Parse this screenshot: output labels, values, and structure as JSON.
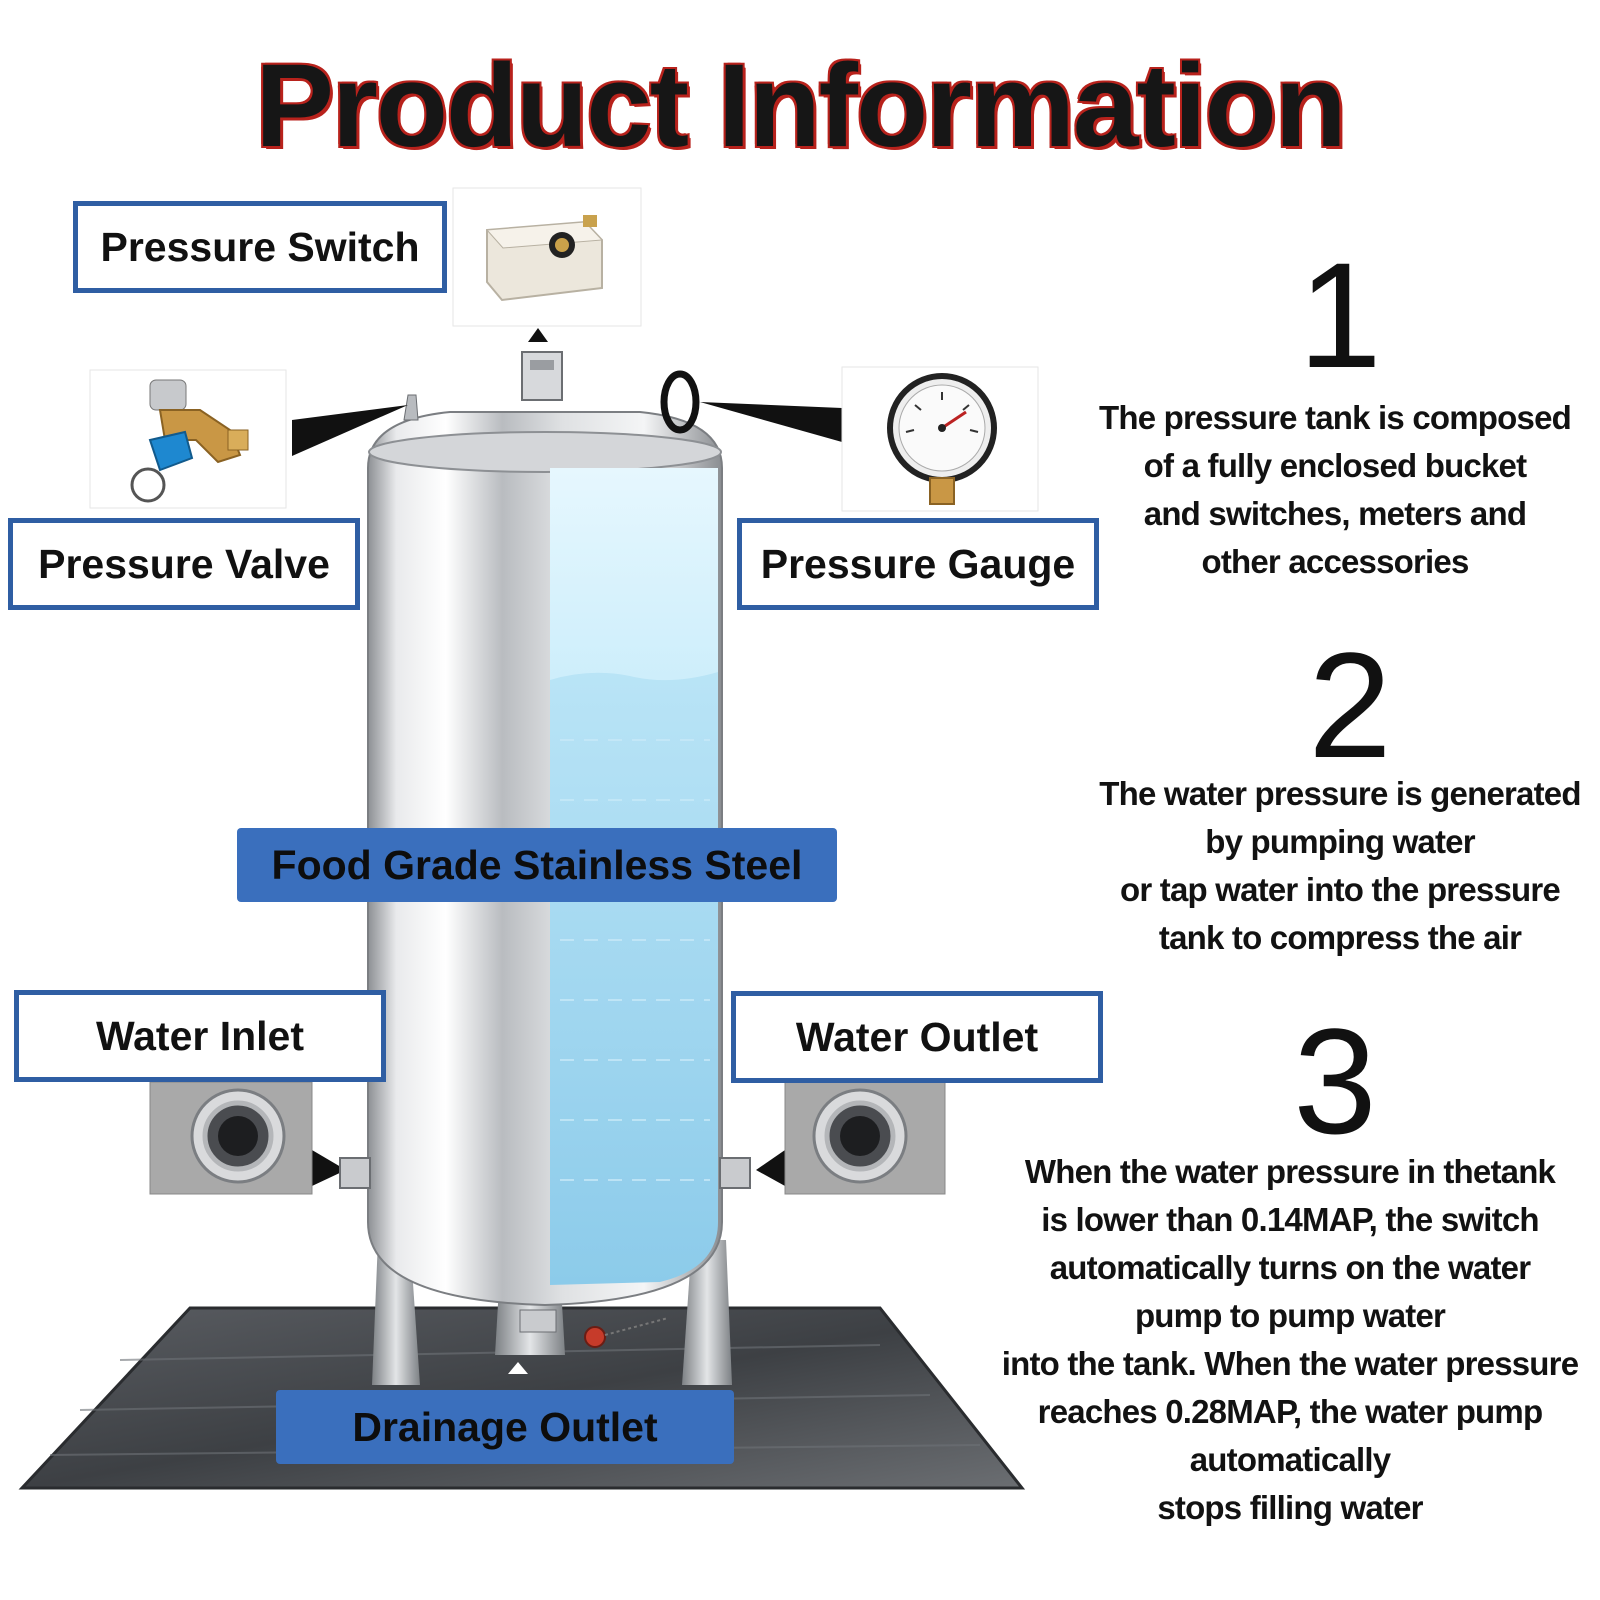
{
  "title": "Product Information",
  "labels": {
    "pressure_switch": "Pressure Switch",
    "pressure_valve": "Pressure Valve",
    "pressure_gauge": "Pressure Gauge",
    "food_grade": "Food Grade Stainless Steel",
    "water_inlet": "Water Inlet",
    "water_outlet": "Water Outlet",
    "drainage_outlet": "Drainage Outlet"
  },
  "steps": [
    {
      "number": "1",
      "lines": [
        "The pressure tank is composed",
        "of a fully enclosed bucket",
        "and switches, meters and",
        "other accessories"
      ]
    },
    {
      "number": "2",
      "lines": [
        "The water pressure is generated",
        "by pumping water",
        "or tap water into the pressure",
        "tank to compress the air"
      ]
    },
    {
      "number": "3",
      "lines": [
        "When the water pressure in thetank",
        "is lower than 0.14MAP, the switch",
        "automatically turns on the water",
        "pump to pump water",
        "into the tank. When the water pressure",
        "reaches 0.28MAP, the water pump",
        "automatically",
        "stops filling water"
      ]
    }
  ],
  "colors": {
    "label_blue": "#2f5ea3",
    "fill_blue": "#3a6fbd",
    "water": "#9fd3ee",
    "title_outline": "#b8221c"
  },
  "icons": [
    "pressure-switch-icon",
    "pressure-valve-icon",
    "pressure-gauge-icon",
    "pipe-fitting-icon"
  ]
}
